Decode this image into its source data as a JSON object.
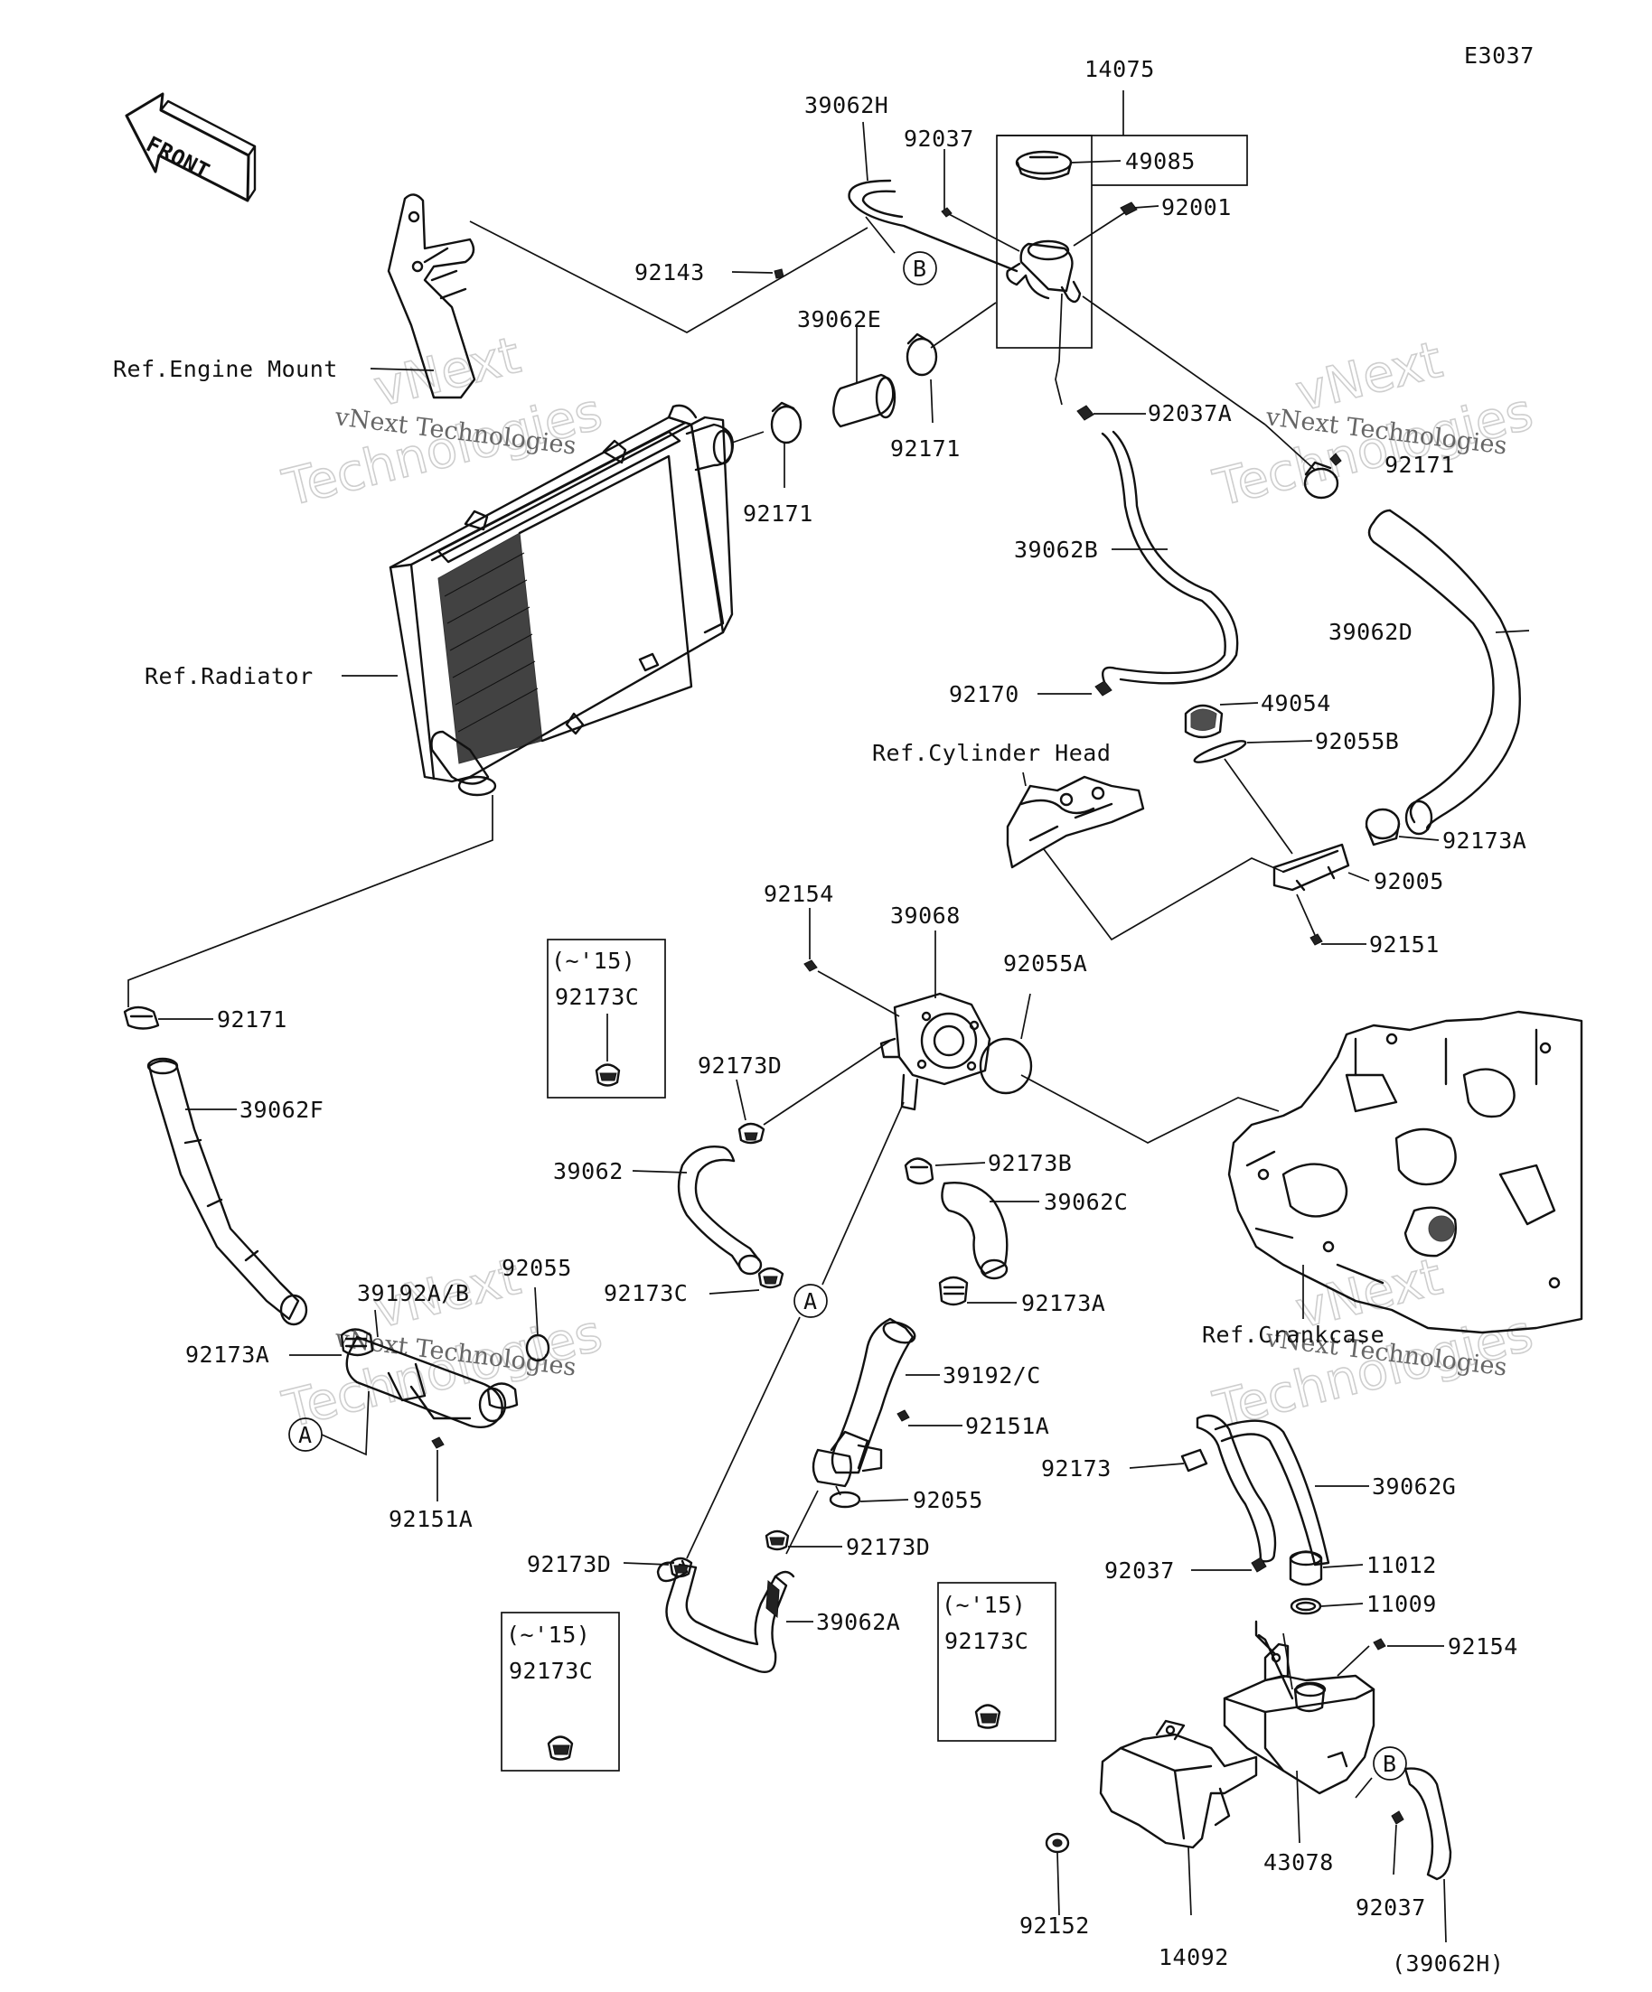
{
  "diagram_code": "E3037",
  "front_label": "FRONT",
  "watermark": {
    "brand_outline_line1": "vNext",
    "brand_outline_line2": "Technologies",
    "brand_small": "vNext Technologies"
  },
  "refs": {
    "engine_mount": "Ref.Engine Mount",
    "radiator": "Ref.Radiator",
    "cylinder_head": "Ref.Cylinder Head",
    "crankcase": "Ref.Crankcase"
  },
  "circle_markers": {
    "a": "A",
    "b": "B"
  },
  "boxed_notes": {
    "years": "(~'15)",
    "part": "92173C"
  },
  "labels": {
    "p14075": "14075",
    "p39062H": "39062H",
    "p92037_top": "92037",
    "p49085": "49085",
    "p92001": "92001",
    "p92143": "92143",
    "p39062E": "39062E",
    "p92171_a": "92171",
    "p92171_b": "92171",
    "p92037A": "92037A",
    "p92171_c": "92171",
    "p39062B": "39062B",
    "p39062D": "39062D",
    "p92170": "92170",
    "p49054": "49054",
    "p92055B": "92055B",
    "p92173A_right": "92173A",
    "p92005": "92005",
    "p92151": "92151",
    "p92154_mid": "92154",
    "p39068": "39068",
    "p92055A": "92055A",
    "p92171_left": "92171",
    "p39062F": "39062F",
    "p92173D_mid": "92173D",
    "p39062": "39062",
    "p92173B": "92173B",
    "p39062C": "39062C",
    "p92173C_mid": "92173C",
    "p92173A_mid": "92173A",
    "p39192AB": "39192A/B",
    "p92055_left": "92055",
    "p92173A_left": "92173A",
    "p39192C": "39192/C",
    "p92151A_mid": "92151A",
    "p92151A_left": "92151A",
    "p92055_mid": "92055",
    "p92173_tank": "92173",
    "p39062G": "39062G",
    "p92173D_bl": "92173D",
    "p92173D_br": "92173D",
    "p39062A": "39062A",
    "p92037_tank": "92037",
    "p11012": "11012",
    "p11009": "11009",
    "p92154_tank": "92154",
    "p43078": "43078",
    "p92152": "92152",
    "p14092": "14092",
    "p92037_bottom": "92037",
    "p39062H_ref": "(39062H)"
  }
}
